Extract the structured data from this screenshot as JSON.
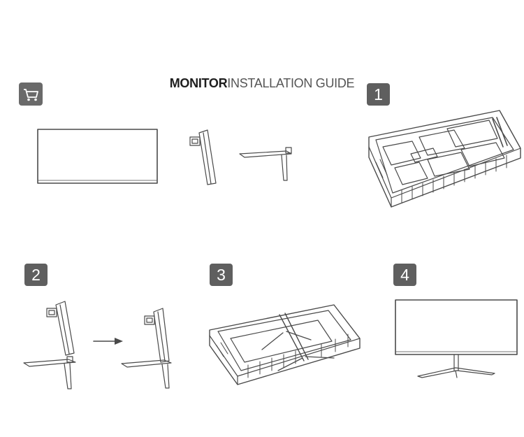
{
  "title": {
    "bold": "MONITOR",
    "rest": "INSTALLATION GUIDE"
  },
  "steps": [
    {
      "label": "1"
    },
    {
      "label": "2"
    },
    {
      "label": "3"
    },
    {
      "label": "4"
    }
  ],
  "icons": {
    "cart": "shopping-cart-icon",
    "arrow": "right-arrow-icon"
  }
}
